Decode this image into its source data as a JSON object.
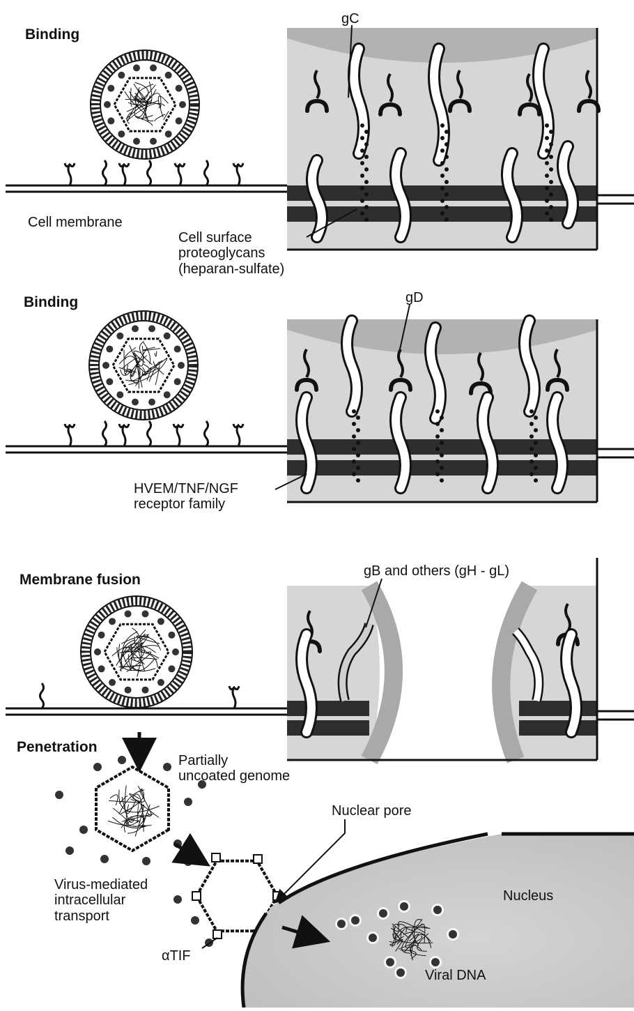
{
  "colors": {
    "ink": "#111111",
    "membrane": "#2e2e2e",
    "cell_fill": "#d6d6d6",
    "cell_top": "#a9a9a9",
    "nucleus": "#c9c9c9",
    "receptor": "#ffffff"
  },
  "panel1": {
    "stage_label": "Binding",
    "membrane_label": "Cell membrane",
    "glycoprotein_label": "gC",
    "proteoglycan_label": "Cell surface\nproteoglycans\n(heparan-sulfate)"
  },
  "panel2": {
    "stage_label": "Binding",
    "glycoprotein_label": "gD",
    "receptor_label": "HVEM/TNF/NGF\nreceptor family"
  },
  "panel3": {
    "stage_label": "Membrane fusion",
    "glycoprotein_label": "gB and others (gH - gL)"
  },
  "panel4": {
    "stage_label": "Penetration",
    "uncoated_label": "Partially\nuncoated genome",
    "transport_label": "Virus-mediated\nintracellular\ntransport",
    "tif_label": "αTIF",
    "pore_label": "Nuclear pore",
    "nucleus_label": "Nucleus",
    "dna_label": "Viral DNA"
  },
  "icons": [
    "virion-icon",
    "receptor-icon",
    "proteoglycan-icon",
    "capsid-icon",
    "arrow-icon"
  ]
}
